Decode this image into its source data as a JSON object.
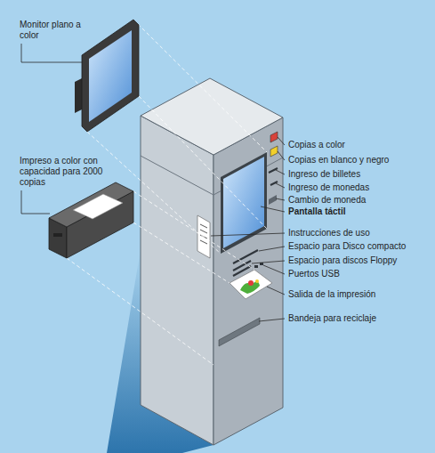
{
  "diagram": {
    "labels": [
      "Monitor plano a color",
      "Impreso a color con capacidad para 2000 copias",
      "Copias a color",
      "Copias en blanco y negro",
      "Ingreso de billetes",
      "Ingreso de monedas",
      "Cambio de moneda",
      "Pantalla táctil",
      "Instrucciones de uso",
      "Espacio para Disco compacto",
      "Espacio para discos Floppy",
      "Puertos USB",
      "Salida de la impresión",
      "Bandeja para reciclaje"
    ]
  }
}
